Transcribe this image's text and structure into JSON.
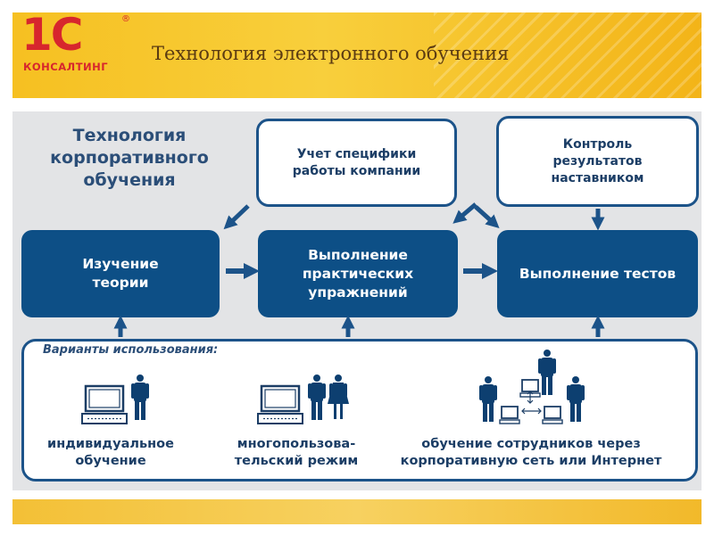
{
  "header": {
    "logo_mark": "1С",
    "logo_registered": "®",
    "logo_subtitle": "КОНСАЛТИНГ",
    "title": "Технология электронного обучения"
  },
  "diagram": {
    "heading_line1": "Технология",
    "heading_line2": "корпоративного",
    "heading_line3": "обучения",
    "box_specifics_line1": "Учет специфики",
    "box_specifics_line2": "работы компании",
    "box_control_line1": "Контроль",
    "box_control_line2": "результатов",
    "box_control_line3": "наставником",
    "box_theory_line1": "Изучение",
    "box_theory_line2": "теории",
    "box_practice_line1": "Выполнение",
    "box_practice_line2": "практических",
    "box_practice_line3": "упражнений",
    "box_tests": "Выполнение тестов"
  },
  "usage": {
    "title": "Варианты использования:",
    "variant1_line1": "индивидуальное",
    "variant1_line2": "обучение",
    "variant2_line1": "многопользова-",
    "variant2_line2": "тельский режим",
    "variant3_line1": "обучение сотрудников через",
    "variant3_line2": "корпоративную сеть или Интернет"
  },
  "colors": {
    "header_yellow": "#f6c021",
    "box_blue": "#0d4f86",
    "border_blue": "#1c5389",
    "text_dark_blue": "#1c3e66",
    "logo_red": "#d7262d",
    "panel_gray": "#e3e4e6"
  },
  "icons": [
    "computer-icon",
    "person-icon",
    "woman-icon",
    "network-arrows-icon",
    "arrow-icon"
  ]
}
